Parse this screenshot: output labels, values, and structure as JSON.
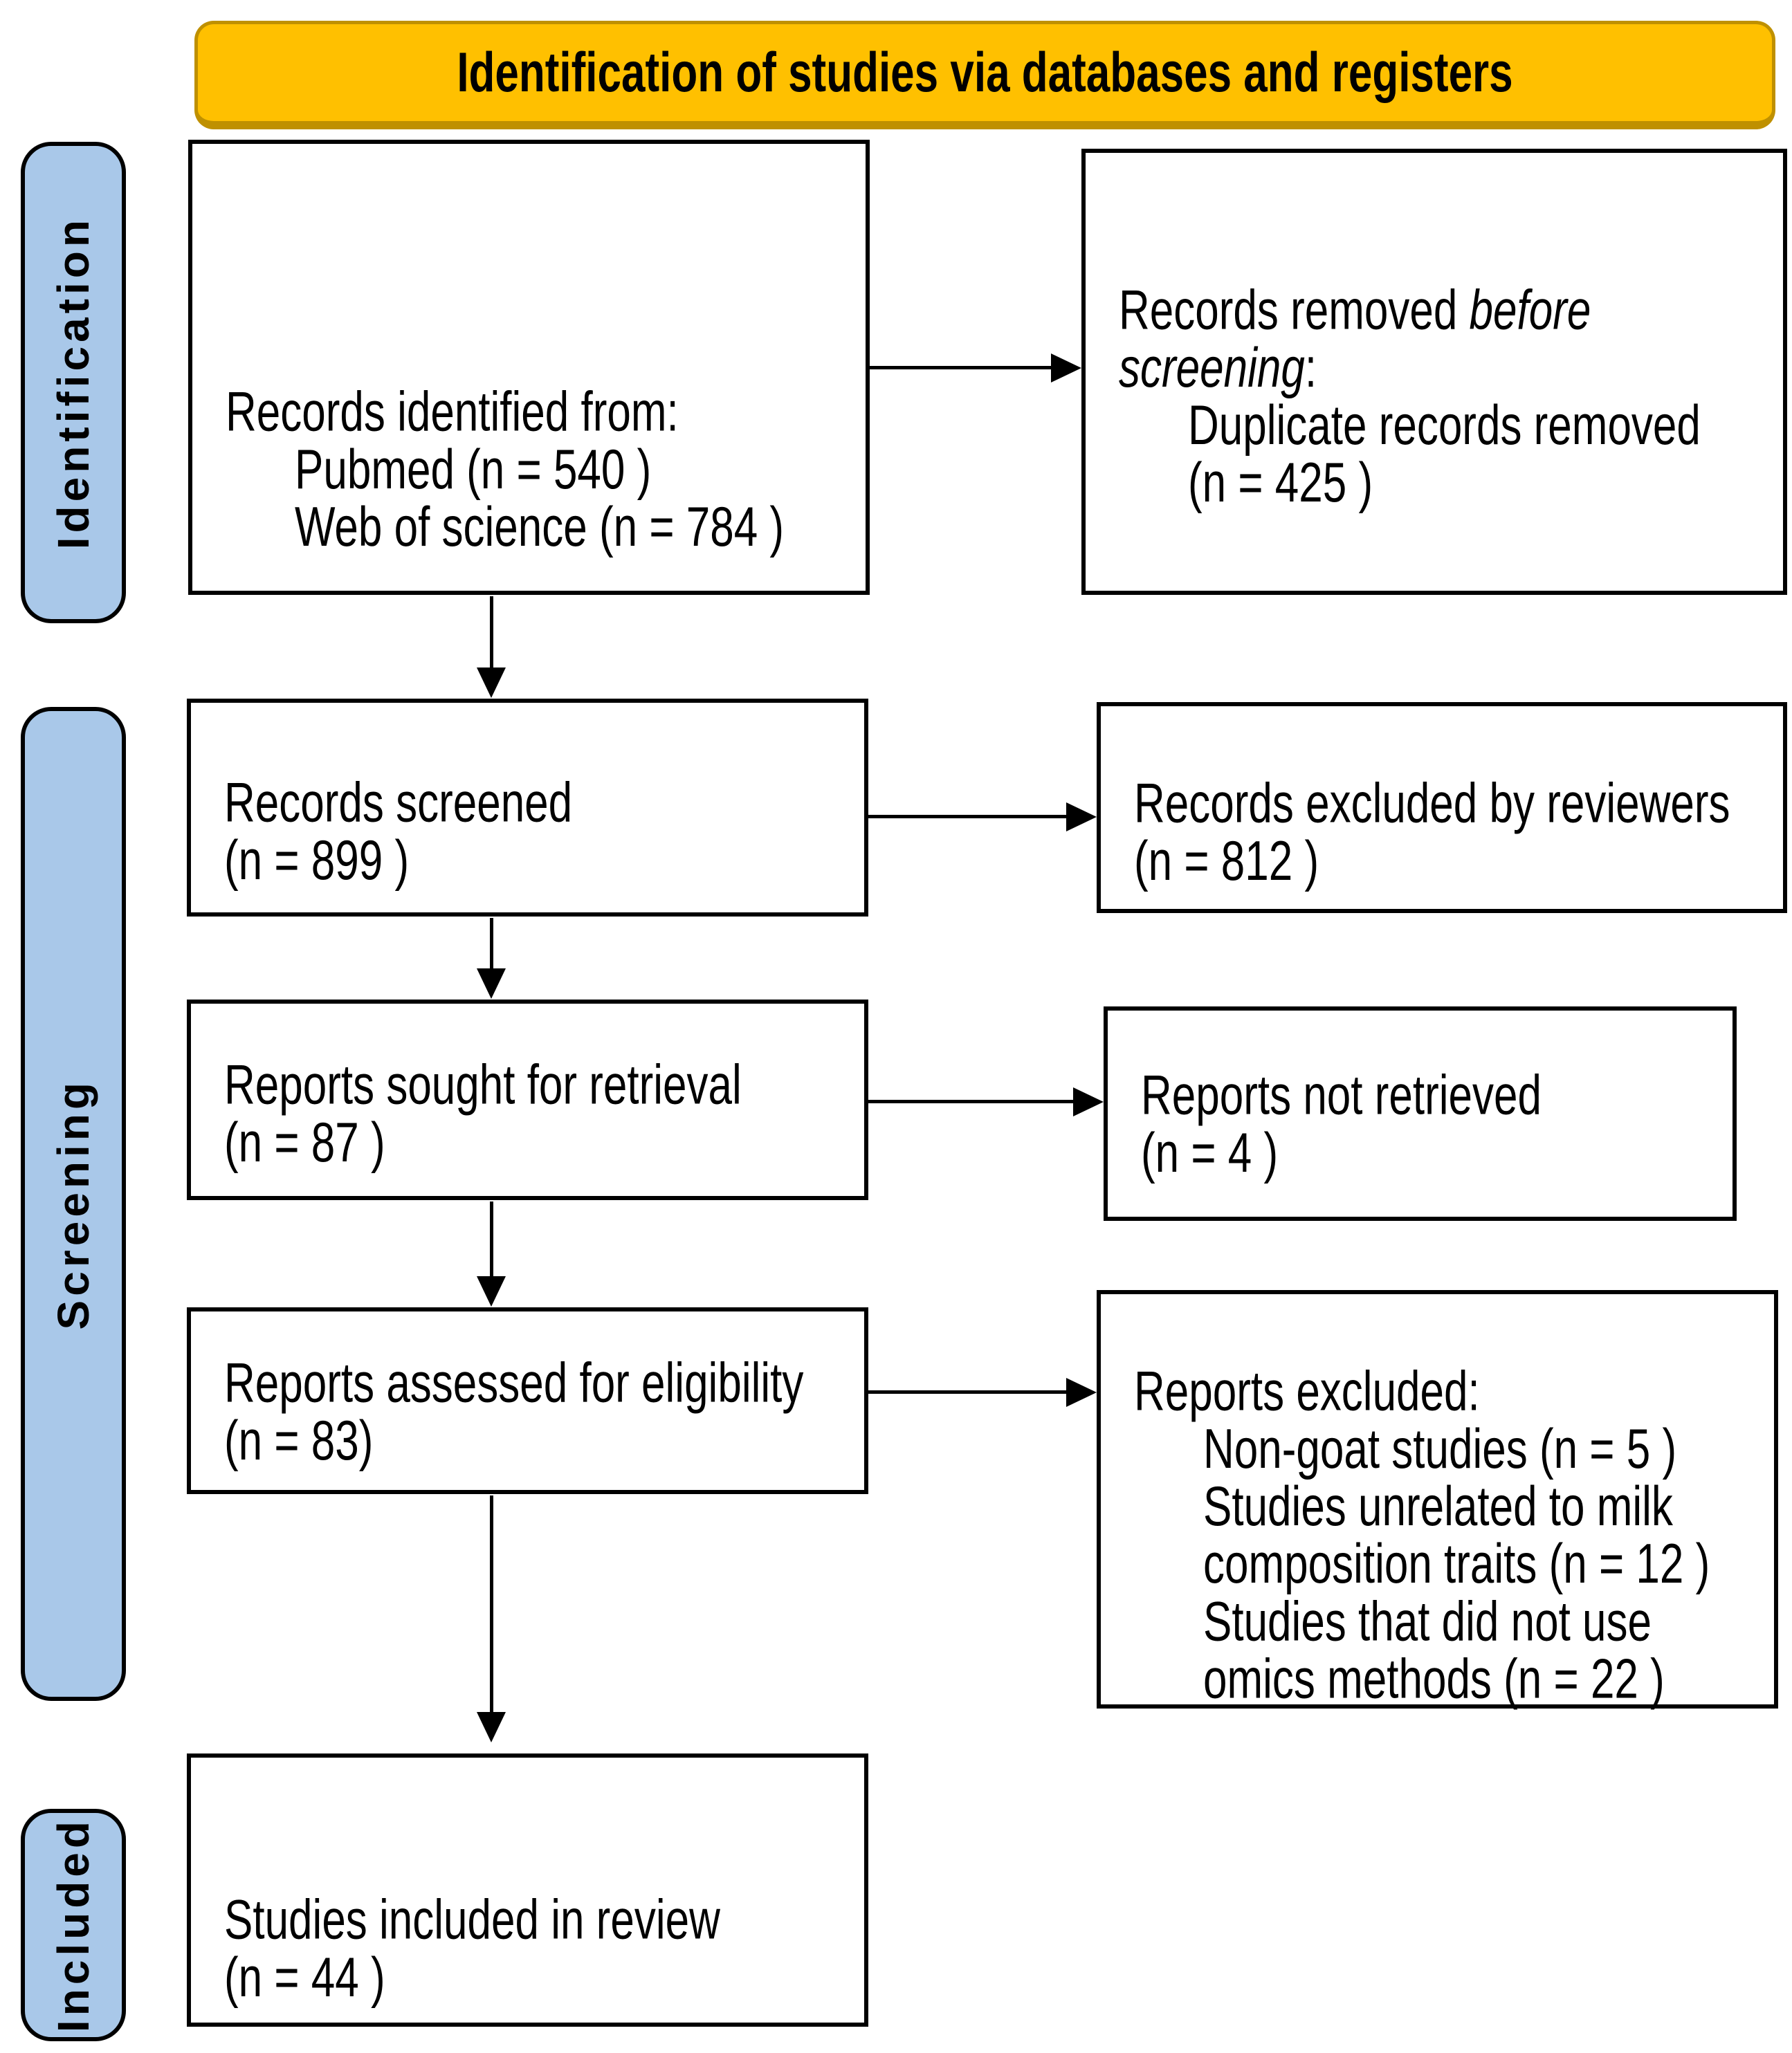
{
  "banner": {
    "title": "Identification of studies via databases and registers",
    "fill": "#FFC000",
    "border": "#BF9000"
  },
  "stages": {
    "fill": "#A9C8E9",
    "items": [
      {
        "label": "Identification"
      },
      {
        "label": "Screening"
      },
      {
        "label": "Included"
      }
    ]
  },
  "flow": {
    "records_identified": {
      "title": "Records identified from:",
      "items": [
        "Pubmed (n = 540 )",
        "Web of science (n = 784 )"
      ]
    },
    "records_removed": {
      "title_part1": "Records removed ",
      "title_italic_line1": "before",
      "title_italic_line2": "screening",
      "title_part2": ":",
      "items": [
        "Duplicate records removed",
        "(n = 425 )"
      ]
    },
    "records_screened": {
      "lines": [
        "Records screened",
        "(n = 899 )"
      ]
    },
    "records_excluded": {
      "lines": [
        "Records excluded by reviewers",
        "(n = 812 )"
      ]
    },
    "reports_sought": {
      "lines": [
        "Reports sought for retrieval",
        "(n = 87 )"
      ]
    },
    "reports_not_retrieved": {
      "lines": [
        "Reports not retrieved",
        "(n = 4 )"
      ]
    },
    "reports_assessed": {
      "lines": [
        "Reports assessed for eligibility",
        "(n = 83)"
      ]
    },
    "reports_excluded": {
      "title": "Reports excluded:",
      "items": [
        "Non-goat studies (n = 5 )",
        "Studies unrelated to milk",
        "composition traits (n = 12 )",
        "Studies that did not use",
        "omics methods (n = 22 )"
      ]
    },
    "studies_included": {
      "lines": [
        "Studies included in review",
        "(n = 44 )"
      ]
    }
  }
}
